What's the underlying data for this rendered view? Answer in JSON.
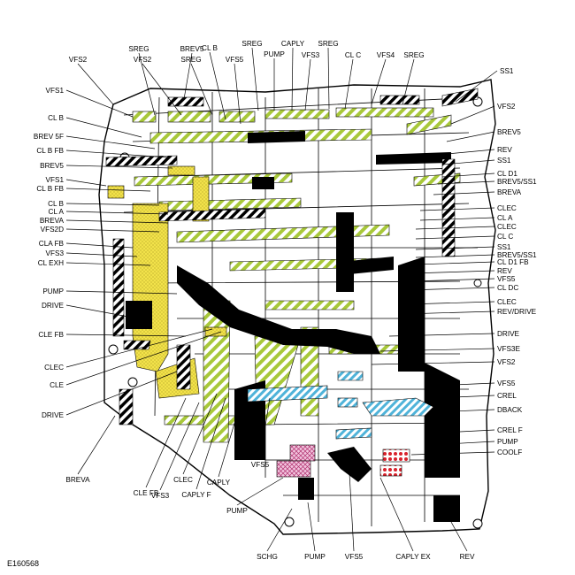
{
  "figure_id": "E160568",
  "colors": {
    "green": "#a8c83a",
    "yellow": "#f2e24a",
    "blue": "#4fb3d9",
    "pink": "#e37fb8",
    "red": "#d8202a",
    "black": "#000000"
  },
  "labels": {
    "top": [
      "VFS2",
      "SREG",
      "VFS2",
      "BREV5",
      "SREG",
      "CL B",
      "VFS5",
      "SREG",
      "PUMP",
      "CAPLY",
      "VFS3",
      "SREG",
      "CL C",
      "VFS4",
      "SREG"
    ],
    "left": [
      "VFS1",
      "CL B",
      "BREV 5F",
      "CL B FB",
      "BREV5",
      "VFS1",
      "CL B FB",
      "CL B",
      "CL A",
      "BREVA",
      "VFS2D",
      "CLA FB",
      "VFS3",
      "CL EXH",
      "PUMP",
      "DRIVE",
      "CLE FB",
      "CLEC",
      "CLE",
      "DRIVE"
    ],
    "right": [
      "SS1",
      "VFS2",
      "BREV5",
      "REV",
      "SS1",
      "CL D1",
      "BREV5/SS1",
      "BREVA",
      "CLEC",
      "CL A",
      "CLEC",
      "CL C",
      "SS1",
      "BREV5/SS1",
      "CL D1 FB",
      "REV",
      "VFS5",
      "CL DC",
      "CLEC",
      "REV/DRIVE",
      "DRIVE",
      "VFS3E",
      "VFS2",
      "VFS5",
      "CREL",
      "DBACK",
      "CREL F",
      "PUMP",
      "COOLF"
    ],
    "bottom": [
      "BREVA",
      "CLE FB",
      "VFS3",
      "CLEC",
      "CAPLY F",
      "CAPLY",
      "VFS5",
      "PUMP",
      "SCHG",
      "PUMP",
      "VFS5",
      "CAPLY EX",
      "REV"
    ]
  }
}
